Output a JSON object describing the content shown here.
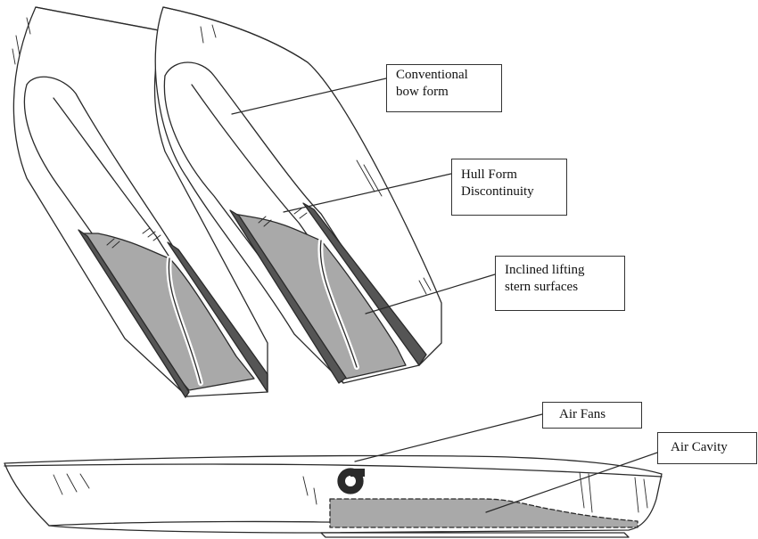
{
  "labels": {
    "bow": {
      "line1": "Conventional",
      "line2": "bow form"
    },
    "discontinuity": {
      "line1": "Hull Form",
      "line2": "Discontinuity"
    },
    "stern": {
      "line1": "Inclined lifting",
      "line2": "stern surfaces"
    },
    "fans": {
      "text": "Air Fans"
    },
    "cavity": {
      "text": "Air Cavity"
    }
  },
  "colors": {
    "line": "#2a2a2a",
    "shade": "#a9a9a9",
    "dark_shade": "#555555",
    "paper": "#ffffff"
  }
}
